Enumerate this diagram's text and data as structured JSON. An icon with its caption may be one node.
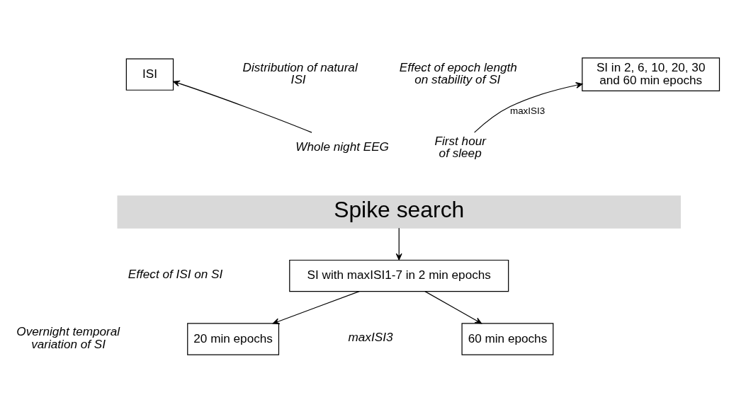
{
  "diagram": {
    "nodes": [
      {
        "text": [
          "SI in 2, 6, 10, 20, 30 and 60 min epochs"
        ]
      },
      {
        "text": [
          "ISI"
        ]
      },
      {
        "text": [
          "First hour of sleep"
        ]
      },
      {
        "text": [
          "Whole night EEG"
        ]
      },
      {
        "text": [
          "Spike search"
        ]
      },
      {
        "text": [
          "SI with maxISI1-7 in 2 min epochs"
        ]
      },
      {
        "text": [
          "20 min epochs"
        ]
      },
      {
        "text": [
          "60 min epochs"
        ]
      }
    ],
    "edges": [
      {
        "from": 2,
        "to": 0,
        "arrow": "to",
        "label": "maxISI3"
      },
      {
        "from": 3,
        "to": 1,
        "arrow": "to"
      },
      {
        "from": 4,
        "to": 5,
        "arrow": "to"
      },
      {
        "from": 5,
        "to": 6,
        "arrow": "to"
      },
      {
        "from": 5,
        "to": 7,
        "arrow": "to"
      }
    ],
    "labels": [
      "Effect of epoch length on stability of SI",
      "Distribution of natural ISI",
      "Effect of ISI on SI",
      "maxISI3",
      "Overnight temporal variation of SI"
    ]
  }
}
